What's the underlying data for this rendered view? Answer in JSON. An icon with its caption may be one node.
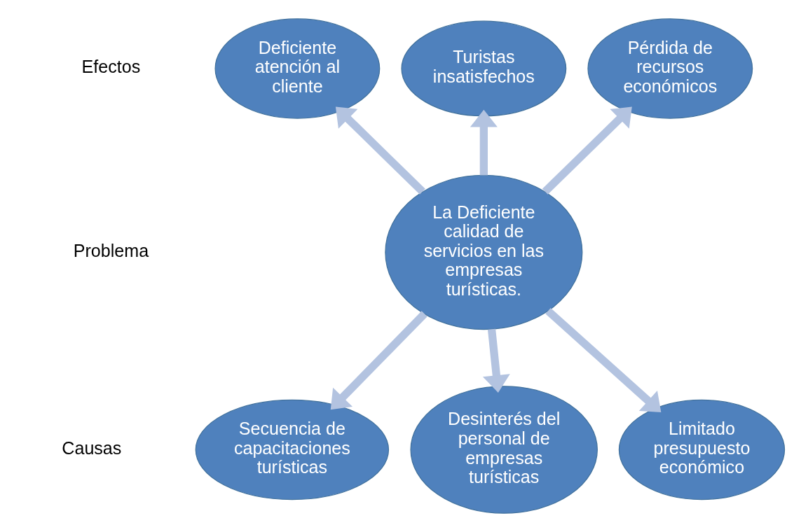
{
  "diagram": {
    "nodes": [
      {
        "text": [
          "Deficiente atención al cliente"
        ]
      },
      {
        "text": [
          "Turistas insatisfechos"
        ]
      },
      {
        "text": [
          "Pérdida de recursos económicos"
        ]
      },
      {
        "text": [
          "La Deficiente calidad de servicios en las empresas turísticas."
        ]
      },
      {
        "text": [
          "Secuencia de capacitaciones turísticas"
        ]
      },
      {
        "text": [
          "Desinterés del personal de empresas turísticas"
        ]
      },
      {
        "text": [
          "Limitado presupuesto económico"
        ]
      }
    ],
    "edges": [
      {
        "from": 3,
        "to": 0,
        "arrow": "to"
      },
      {
        "from": 3,
        "to": 1,
        "arrow": "to"
      },
      {
        "from": 3,
        "to": 2,
        "arrow": "to"
      },
      {
        "from": 3,
        "to": 4,
        "arrow": "to"
      },
      {
        "from": 3,
        "to": 5,
        "arrow": "to"
      },
      {
        "from": 3,
        "to": 6,
        "arrow": "to"
      }
    ],
    "labels": [
      "Efectos",
      "Problema",
      "Causas"
    ]
  }
}
